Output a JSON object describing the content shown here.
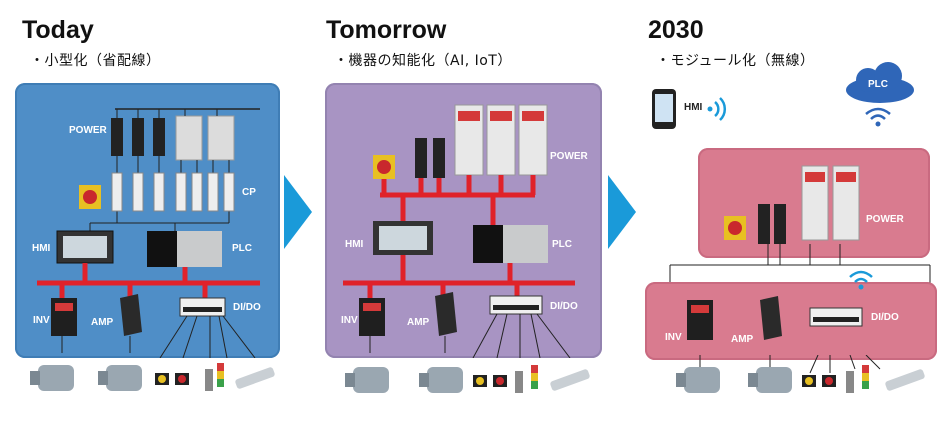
{
  "sections": [
    {
      "title": "Today",
      "subtitle": "・小型化（省配線）",
      "labels": {
        "power": "POWER",
        "cp": "CP",
        "hmi": "HMI",
        "plc": "PLC",
        "inv": "INV",
        "amp": "AMP",
        "dido": "DI/DO"
      }
    },
    {
      "title": "Tomorrow",
      "subtitle": "・機器の知能化（AI, IoT）",
      "labels": {
        "power": "POWER",
        "hmi": "HMI",
        "plc": "PLC",
        "inv": "INV",
        "amp": "AMP",
        "dido": "DI/DO"
      }
    },
    {
      "title": "2030",
      "subtitle": "・モジュール化（無線）",
      "labels": {
        "hmi": "HMI",
        "plc": "PLC",
        "power": "POWER",
        "inv": "INV",
        "amp": "AMP",
        "dido": "DI/DO"
      }
    }
  ],
  "colors": {
    "today_panel": "#4f8ec7",
    "tomorrow_panel": "#a894c3",
    "y2030_panel": "#d97b8f",
    "bus": "#e0222a",
    "arrow": "#1a9ad9",
    "cloud": "#2f66b8"
  }
}
